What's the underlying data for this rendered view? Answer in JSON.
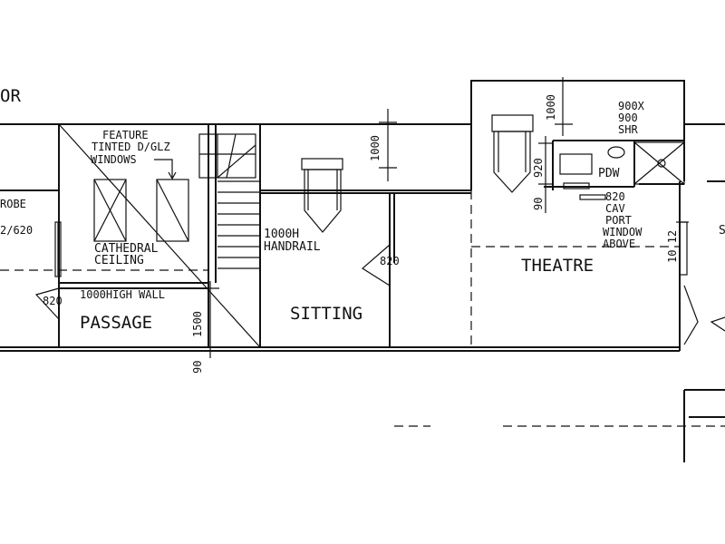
{
  "plan": {
    "heading_fragment": "OR",
    "labels": {
      "feature": "FEATURE",
      "tinted": "TINTED D/GLZ",
      "windows": "WINDOWS",
      "robe": "ROBE",
      "robe_door": "2/620",
      "cathedral": "CATHEDRAL",
      "ceiling": "CEILING",
      "high_wall": "1000HIGH WALL",
      "door_left": "820",
      "passage": "PASSAGE",
      "dim_1500": "1500",
      "dim_90_bottom": "90",
      "handrail_1": "1000H",
      "handrail_2": "HANDRAIL",
      "dim_1000_mid": "1000",
      "door_mid": "820",
      "sitting": "SITTING",
      "dim_1000_top": "1000",
      "shr_1": "900X",
      "shr_2": "900",
      "shr_3": "SHR",
      "dim_920": "920",
      "dim_90_right": "90",
      "pdw": "PDW",
      "cav_1": "820",
      "cav_2": "CAV",
      "cav_3": "PORT",
      "cav_4": "WINDOW",
      "cav_5": "ABOVE",
      "dim_1012": "10 12",
      "theatre": "THEATRE",
      "right_edge": "S"
    }
  }
}
